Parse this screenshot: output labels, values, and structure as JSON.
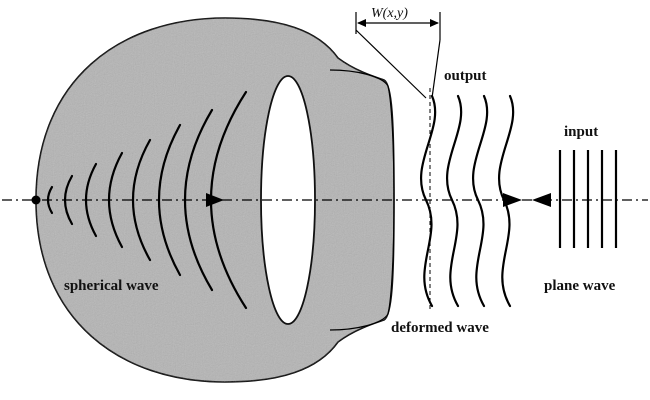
{
  "labels": {
    "aberration": "W(x,y)",
    "output": "output",
    "input": "input",
    "spherical_wave": "spherical wave",
    "plane_wave": "plane wave",
    "deformed_wave": "deformed wave"
  },
  "colors": {
    "eye_fill": "#b4b4b4",
    "lens_fill": "#ffffff",
    "ink": "#000000"
  }
}
